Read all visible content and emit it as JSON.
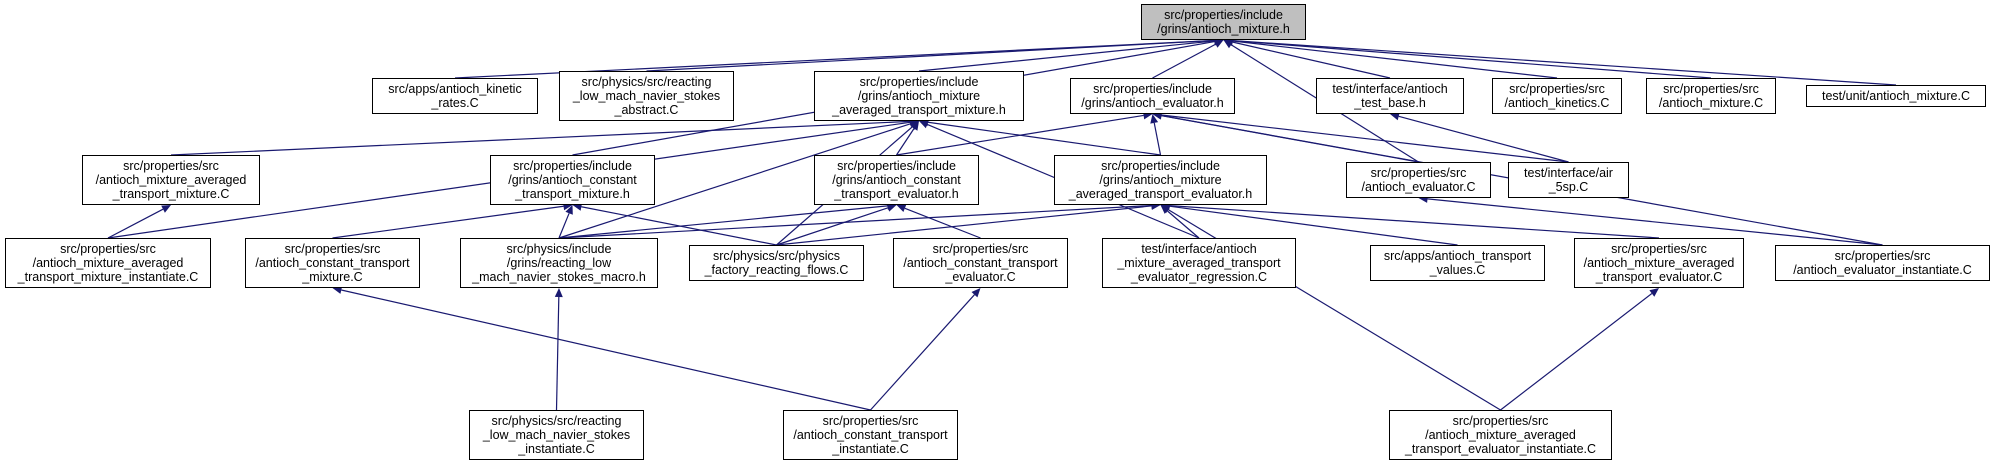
{
  "colors": {
    "edge": "#191970",
    "root_fill": "#bfbfbf",
    "node_fill": "#ffffff",
    "border": "#000000"
  },
  "nodes": [
    {
      "id": "n0",
      "lines": [
        "src/properties/include",
        "/grins/antioch_mixture.h"
      ],
      "root": true
    },
    {
      "id": "n1",
      "lines": [
        "src/apps/antioch_kinetic",
        "_rates.C"
      ]
    },
    {
      "id": "n2",
      "lines": [
        "src/physics/src/reacting",
        "_low_mach_navier_stokes",
        "_abstract.C"
      ]
    },
    {
      "id": "n3",
      "lines": [
        "src/properties/include",
        "/grins/antioch_mixture",
        "_averaged_transport_mixture.h"
      ]
    },
    {
      "id": "n4",
      "lines": [
        "src/properties/include",
        "/grins/antioch_evaluator.h"
      ]
    },
    {
      "id": "n5",
      "lines": [
        "test/interface/antioch",
        "_test_base.h"
      ]
    },
    {
      "id": "n6",
      "lines": [
        "src/properties/src",
        "/antioch_kinetics.C"
      ]
    },
    {
      "id": "n7",
      "lines": [
        "src/properties/src",
        "/antioch_mixture.C"
      ]
    },
    {
      "id": "n8",
      "lines": [
        "test/unit/antioch_mixture.C"
      ]
    },
    {
      "id": "n9",
      "lines": [
        "src/properties/src",
        "/antioch_mixture_averaged",
        "_transport_mixture.C"
      ]
    },
    {
      "id": "n10",
      "lines": [
        "src/properties/include",
        "/grins/antioch_constant",
        "_transport_mixture.h"
      ]
    },
    {
      "id": "n11",
      "lines": [
        "src/properties/include",
        "/grins/antioch_constant",
        "_transport_evaluator.h"
      ]
    },
    {
      "id": "n12",
      "lines": [
        "src/properties/include",
        "/grins/antioch_mixture",
        "_averaged_transport_evaluator.h"
      ]
    },
    {
      "id": "n13",
      "lines": [
        "src/properties/src",
        "/antioch_evaluator.C"
      ]
    },
    {
      "id": "n14",
      "lines": [
        "test/interface/air",
        "_5sp.C"
      ]
    },
    {
      "id": "n15",
      "lines": [
        "src/properties/src",
        "/antioch_mixture_averaged",
        "_transport_mixture_instantiate.C"
      ]
    },
    {
      "id": "n16",
      "lines": [
        "src/properties/src",
        "/antioch_constant_transport",
        "_mixture.C"
      ]
    },
    {
      "id": "n17",
      "lines": [
        "src/physics/include",
        "/grins/reacting_low",
        "_mach_navier_stokes_macro.h"
      ]
    },
    {
      "id": "n18",
      "lines": [
        "src/physics/src/physics",
        "_factory_reacting_flows.C"
      ]
    },
    {
      "id": "n19",
      "lines": [
        "src/properties/src",
        "/antioch_constant_transport",
        "_evaluator.C"
      ]
    },
    {
      "id": "n20",
      "lines": [
        "test/interface/antioch",
        "_mixture_averaged_transport",
        "_evaluator_regression.C"
      ]
    },
    {
      "id": "n21",
      "lines": [
        "src/apps/antioch_transport",
        "_values.C"
      ]
    },
    {
      "id": "n22",
      "lines": [
        "src/properties/src",
        "/antioch_mixture_averaged",
        "_transport_evaluator.C"
      ]
    },
    {
      "id": "n23",
      "lines": [
        "src/properties/src",
        "/antioch_evaluator_instantiate.C"
      ]
    },
    {
      "id": "n24",
      "lines": [
        "src/physics/src/reacting",
        "_low_mach_navier_stokes",
        "_instantiate.C"
      ]
    },
    {
      "id": "n25",
      "lines": [
        "src/properties/src",
        "/antioch_constant_transport",
        "_instantiate.C"
      ]
    },
    {
      "id": "n26",
      "lines": [
        "src/properties/src",
        "/antioch_mixture_averaged",
        "_transport_evaluator_instantiate.C"
      ]
    }
  ],
  "edges": [
    [
      "n0",
      "n1"
    ],
    [
      "n0",
      "n2"
    ],
    [
      "n0",
      "n3"
    ],
    [
      "n0",
      "n4"
    ],
    [
      "n0",
      "n5"
    ],
    [
      "n0",
      "n6"
    ],
    [
      "n0",
      "n7"
    ],
    [
      "n0",
      "n8"
    ],
    [
      "n0",
      "n10"
    ],
    [
      "n0",
      "n13"
    ],
    [
      "n3",
      "n9"
    ],
    [
      "n3",
      "n15"
    ],
    [
      "n3",
      "n11"
    ],
    [
      "n3",
      "n12"
    ],
    [
      "n3",
      "n17"
    ],
    [
      "n3",
      "n18"
    ],
    [
      "n3",
      "n20"
    ],
    [
      "n4",
      "n11"
    ],
    [
      "n4",
      "n12"
    ],
    [
      "n4",
      "n13"
    ],
    [
      "n4",
      "n14"
    ],
    [
      "n4",
      "n23"
    ],
    [
      "n5",
      "n14"
    ],
    [
      "n9",
      "n15"
    ],
    [
      "n10",
      "n16"
    ],
    [
      "n10",
      "n17"
    ],
    [
      "n10",
      "n18"
    ],
    [
      "n11",
      "n17"
    ],
    [
      "n11",
      "n18"
    ],
    [
      "n11",
      "n19"
    ],
    [
      "n12",
      "n17"
    ],
    [
      "n12",
      "n18"
    ],
    [
      "n12",
      "n20"
    ],
    [
      "n12",
      "n21"
    ],
    [
      "n12",
      "n22"
    ],
    [
      "n12",
      "n26"
    ],
    [
      "n13",
      "n23"
    ],
    [
      "n16",
      "n25"
    ],
    [
      "n17",
      "n24"
    ],
    [
      "n19",
      "n25"
    ],
    [
      "n22",
      "n26"
    ]
  ]
}
